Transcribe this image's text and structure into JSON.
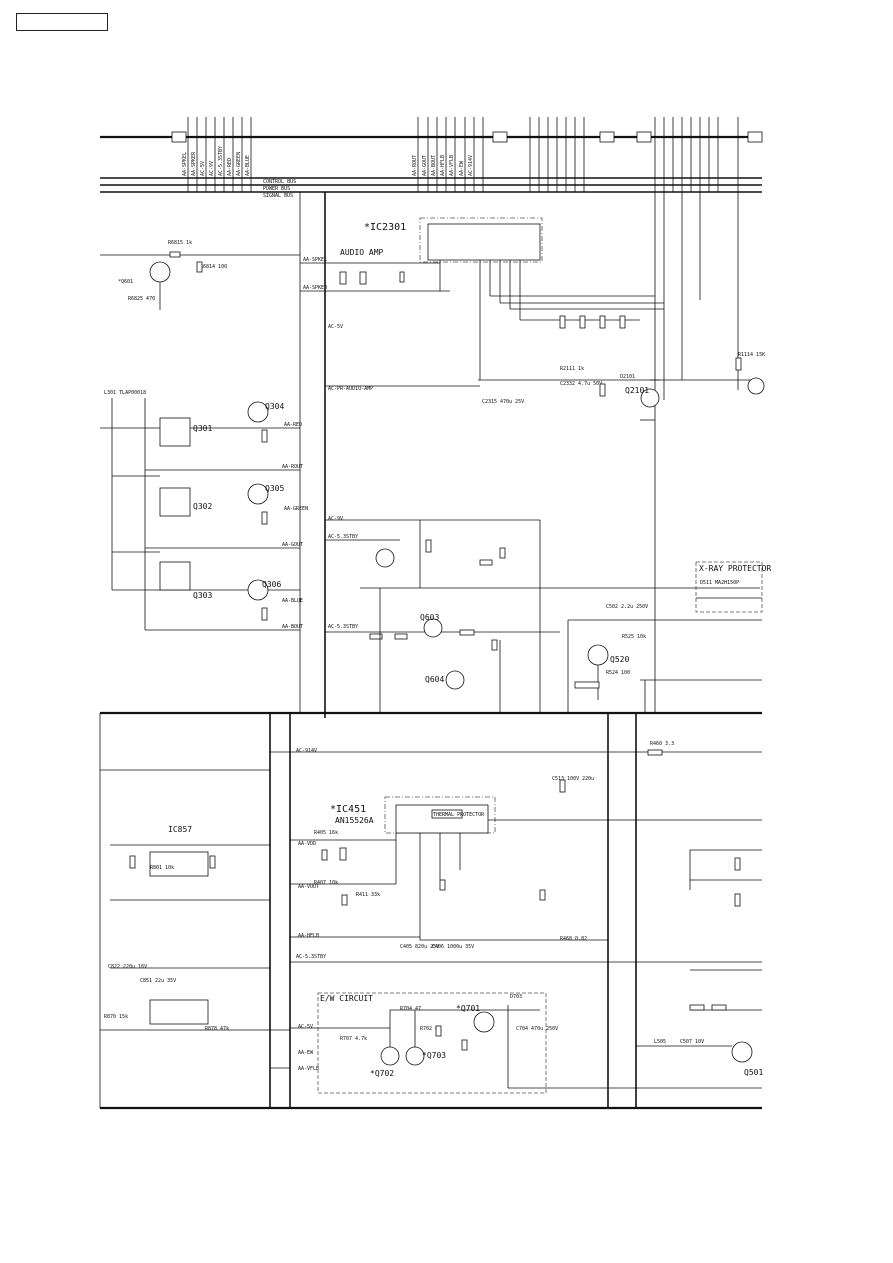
{
  "labels": {
    "ic2301": "*IC2301",
    "audio_amp": "AUDIO AMP",
    "ic451": "*IC451",
    "ic451_part": "AN15526A",
    "ic857": "IC857",
    "xray": "X-RAY PROTECTOR",
    "ew": "E/W CIRCUIT",
    "thermal": "THERMAL PROTECTOR",
    "q301": "Q301",
    "q302": "Q302",
    "q303": "Q303",
    "q304": "Q304",
    "q305": "Q305",
    "q306": "Q306",
    "q601": "*Q601",
    "q603": "Q603",
    "q604": "Q604",
    "q2101": "Q2101",
    "q520": "Q520",
    "q501": "Q501",
    "q701": "*Q701",
    "q702": "*Q702",
    "q703": "*Q703",
    "control_bus": "CONTROL BUS",
    "power_bus": "POWER BUS",
    "signal_bus": "SIGNAL BUS"
  },
  "nets": {
    "aa_spkel": "AA-SPKEL",
    "aa_spkr": "AA-SPKER",
    "ac_5v": "AC-5V",
    "ac_9v": "AC-9V",
    "ac_5stby": "AC-5.3STBY",
    "ac_5stby2": "AC-5.3STBY",
    "ac_pr": "AC-PR-AUDIO-AMP",
    "ac_914": "AC-914V",
    "aa_ew": "AA-EW",
    "ac_5stbyb": "AC-5.3STBY",
    "aa_hflb": "AA-HFLB",
    "ac_5stby_l": "AC-5.3STBY",
    "aa_vflb": "AA-VFLB",
    "ac_5v_l": "AC-5V",
    "aa_vdd": "AA-VDD",
    "aa_vout": "AA-VOUT",
    "aa_red": "AA-RED",
    "aa_green": "AA-GREEN",
    "aa_blue": "AA-BLUE",
    "aa_rout": "AA-ROUT",
    "aa_gout": "AA-GOUT",
    "aa_bout": "AA-BOUT"
  },
  "parts": {
    "r6815": "R6815 1k",
    "r6814": "R6814 100",
    "r6825": "R6825 470",
    "l301": "L301 TLAP00018",
    "c2332": "C2332 4.7u 50V",
    "r2111": "R2111 1k",
    "d2101": "D2101",
    "c2315": "C2315 470u 25V",
    "r1114": "R1114 15K",
    "d511": "D511 MA2H150P",
    "c502": "C502 2.2u 250V",
    "r525": "R525 10k",
    "r524": "R524 100",
    "c507": "C507 10V",
    "l505": "L505",
    "r460": "R460 3.3",
    "c513": "C513 100V 220u",
    "r468": "R468 0.82",
    "r407": "R407 10k",
    "r411": "R411 33k",
    "r405": "R405 16k",
    "c405": "C405 820u 25V",
    "c406": "C406 1000u 35V",
    "r801": "R801 10k",
    "r870": "R870 15k",
    "c822": "C822 220u 16V",
    "c851": "C851 22u 35V",
    "r878": "R878 47k",
    "r702": "R702 82",
    "r704": "R704 47",
    "r707": "R707 4.7k",
    "d703": "D703",
    "c704": "C704 470u 250V"
  },
  "top_connector_pins": [
    "AA-SPKEL",
    "AA-SPKER",
    "AC-5V",
    "AC-9V",
    "AC-5.3STBY",
    "AA-RED",
    "AA-GREEN",
    "AA-BLUE",
    "AA-ROUT",
    "AA-GOUT",
    "AA-BOUT",
    "AA-HFLB",
    "AA-VFLB",
    "AA-EW",
    "AC-914V"
  ]
}
